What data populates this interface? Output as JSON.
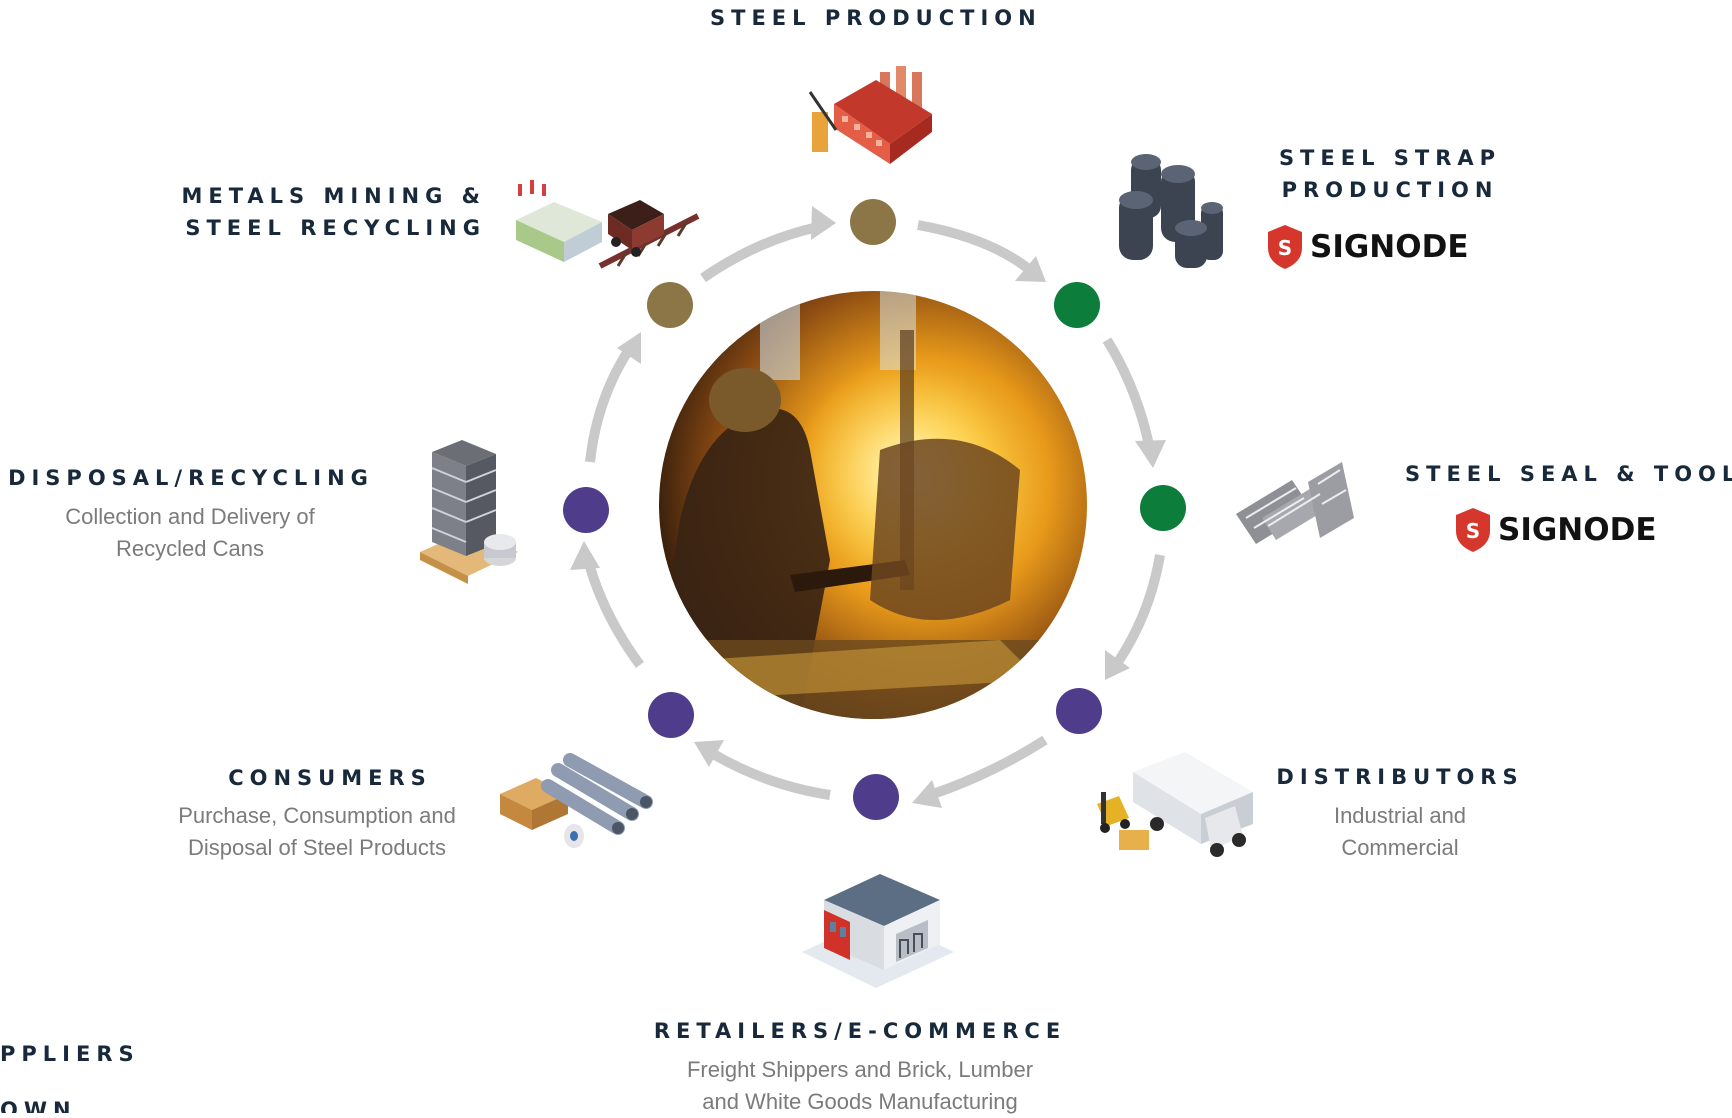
{
  "colors": {
    "title_text": "#17293a",
    "desc_text": "#7b7b7b",
    "node_brown": "#8c7648",
    "node_green": "#0c7d3a",
    "node_purple": "#4f3d8c",
    "arrow_gray": "#c9c9c9",
    "signode_red": "#d6372d"
  },
  "stages": {
    "steel_production": {
      "title": "STEEL PRODUCTION"
    },
    "steel_strap": {
      "title_line1": "STEEL STRAP",
      "title_line2": "PRODUCTION",
      "brand": "SIGNODE"
    },
    "steel_seal": {
      "title": "STEEL SEAL & TOOL",
      "brand": "SIGNODE"
    },
    "distributors": {
      "title": "DISTRIBUTORS",
      "desc_line1": "Industrial and",
      "desc_line2": "Commercial"
    },
    "retailers": {
      "title": "RETAILERS/E-COMMERCE",
      "desc_line1": "Freight Shippers and Brick, Lumber",
      "desc_line2": "and White Goods Manufacturing"
    },
    "consumers": {
      "title": "CONSUMERS",
      "desc_line1": "Purchase, Consumption and",
      "desc_line2": "Disposal of Steel Products"
    },
    "disposal": {
      "title": "DISPOSAL/RECYCLING",
      "desc_line1": "Collection and Delivery of",
      "desc_line2": "Recycled Cans"
    },
    "mining": {
      "title_line1": "METALS MINING &",
      "title_line2": "STEEL RECYCLING"
    }
  },
  "cropped_labels": {
    "line1": "PPLIERS",
    "line2": "OWN"
  },
  "icons": {
    "center": "steel-foundry-worker-photo",
    "steel_production": "factory-icon",
    "steel_strap": "steel-coils-icon",
    "steel_seal": "steel-seals-icon",
    "distributors": "truck-forklift-icon",
    "retailers": "warehouse-icon",
    "consumers": "pipes-pallet-icon",
    "disposal": "crushed-cans-bale-icon",
    "mining": "mining-cart-icon"
  }
}
